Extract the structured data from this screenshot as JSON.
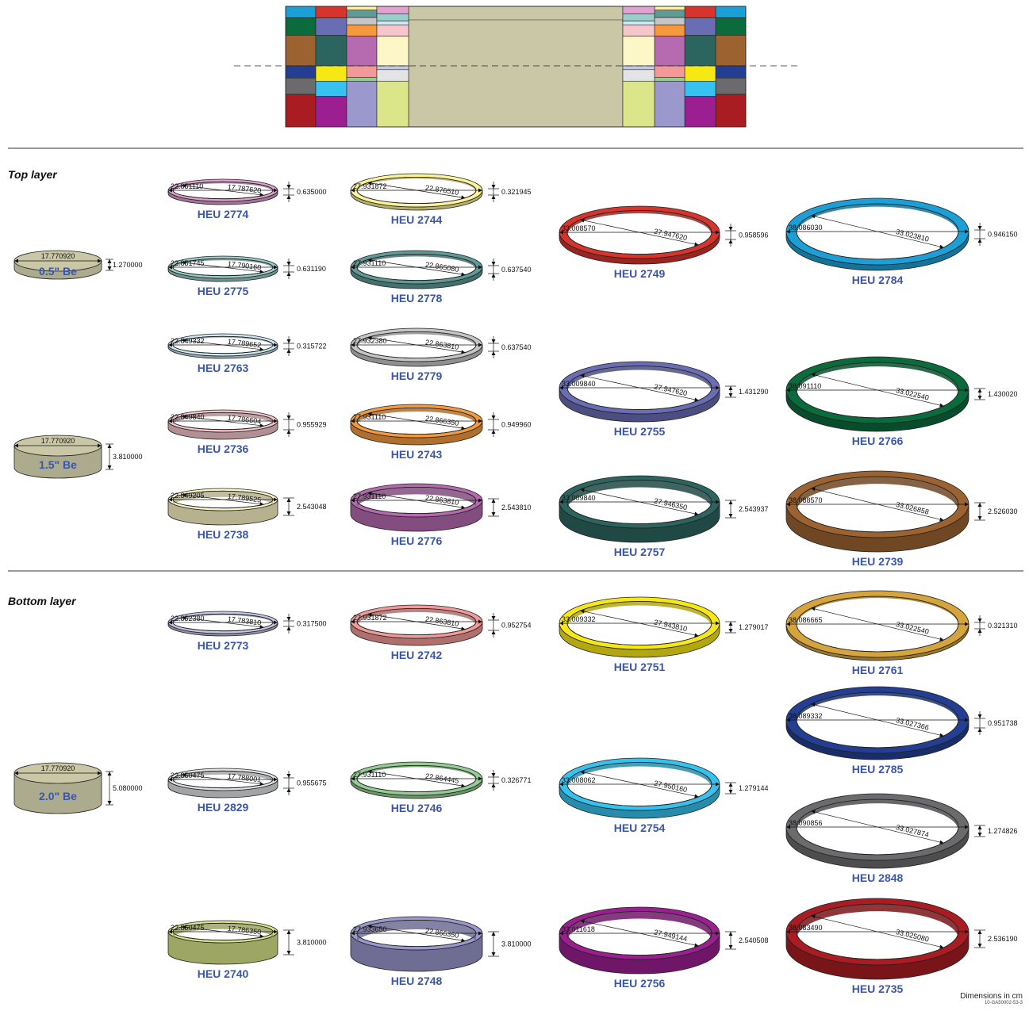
{
  "sections": {
    "top": "Top layer",
    "bottom": "Bottom layer"
  },
  "footer": {
    "units": "Dimensions in cm",
    "drawing_id": "10-GA50002-53-3"
  },
  "colors": {
    "label": "#3a56a8",
    "be_disc": "#c9c7a5"
  },
  "be_discs": [
    {
      "diameter": "17.770920",
      "height": "1.270000",
      "label": "0.5\" Be"
    },
    {
      "diameter": "17.770920",
      "height": "3.810000",
      "label": "1.5\" Be"
    },
    {
      "diameter": "17.770920",
      "height": "5.080000",
      "label": "2.0\" Be"
    }
  ],
  "rings": [
    {
      "id": "HEU 2774",
      "outer": "22.851110",
      "inner": "17.787620",
      "height": "0.635000",
      "color": "#e0a3d0"
    },
    {
      "id": "HEU 2775",
      "outer": "22.851745",
      "inner": "17.790160",
      "height": "0.631190",
      "color": "#99cfcb"
    },
    {
      "id": "HEU 2763",
      "outer": "22.849332",
      "inner": "17.789652",
      "height": "0.315722",
      "color": "#cfe9f5"
    },
    {
      "id": "HEU 2736",
      "outer": "22.849840",
      "inner": "17.786604",
      "height": "0.955929",
      "color": "#f6c6cd"
    },
    {
      "id": "HEU 2738",
      "outer": "22.849205",
      "inner": "17.789525",
      "height": "2.543048",
      "color": "#fdf7c8"
    },
    {
      "id": "HEU 2744",
      "outer": "27.931872",
      "inner": "22.876510",
      "height": "0.321945",
      "color": "#fbf39a"
    },
    {
      "id": "HEU 2778",
      "outer": "27.931110",
      "inner": "22.865080",
      "height": "0.637540",
      "color": "#5f9a96"
    },
    {
      "id": "HEU 2779",
      "outer": "27.932380",
      "inner": "22.863810",
      "height": "0.637540",
      "color": "#c6c6c6"
    },
    {
      "id": "HEU 2743",
      "outer": "27.931110",
      "inner": "22.866350",
      "height": "0.949960",
      "color": "#f49a3d"
    },
    {
      "id": "HEU 2776",
      "outer": "27.931110",
      "inner": "22.863810",
      "height": "2.543810",
      "color": "#b66bb1"
    },
    {
      "id": "HEU 2749",
      "outer": "33.008570",
      "inner": "27.947620",
      "height": "0.958596",
      "color": "#d6342c"
    },
    {
      "id": "HEU 2755",
      "outer": "33.009840",
      "inner": "27.947620",
      "height": "1.431290",
      "color": "#6a6db3"
    },
    {
      "id": "HEU 2757",
      "outer": "33.009840",
      "inner": "27.946350",
      "height": "2.543937",
      "color": "#2c6560"
    },
    {
      "id": "HEU 2784",
      "outer": "38.086030",
      "inner": "33.023810",
      "height": "0.946150",
      "color": "#1aa0d6"
    },
    {
      "id": "HEU 2766",
      "outer": "38.091110",
      "inner": "33.022540",
      "height": "1.430020",
      "color": "#0a6b3c"
    },
    {
      "id": "HEU 2739",
      "outer": "38.088570",
      "inner": "33.026858",
      "height": "2.526030",
      "color": "#9c6331"
    },
    {
      "id": "HEU 2773",
      "outer": "22.852380",
      "inner": "17.783810",
      "height": "0.317500",
      "color": "#c6c7e6"
    },
    {
      "id": "HEU 2829",
      "outer": "22.850475",
      "inner": "17.788001",
      "height": "0.955675",
      "color": "#e2e4e6"
    },
    {
      "id": "HEU 2740",
      "outer": "22.850475",
      "inner": "17.786350",
      "height": "3.810000",
      "color": "#dbe68a"
    },
    {
      "id": "HEU 2742",
      "outer": "27.931872",
      "inner": "22.863810",
      "height": "0.952754",
      "color": "#f29a97"
    },
    {
      "id": "HEU 2746",
      "outer": "27.931110",
      "inner": "22.864445",
      "height": "0.326771",
      "color": "#94cd92"
    },
    {
      "id": "HEU 2748",
      "outer": "27.933650",
      "inner": "22.866350",
      "height": "3.810000",
      "color": "#9a98cd"
    },
    {
      "id": "HEU 2751",
      "outer": "33.009332",
      "inner": "27.943810",
      "height": "1.279017",
      "color": "#f7e813"
    },
    {
      "id": "HEU 2754",
      "outer": "33.008062",
      "inner": "27.950160",
      "height": "1.279144",
      "color": "#36c2ee"
    },
    {
      "id": "HEU 2756",
      "outer": "33.011618",
      "inner": "27.949144",
      "height": "2.540508",
      "color": "#9c1f91"
    },
    {
      "id": "HEU 2761",
      "outer": "38.086665",
      "inner": "33.022540",
      "height": "0.321310",
      "color": "#d6a43c"
    },
    {
      "id": "HEU 2785",
      "outer": "38.089332",
      "inner": "33.027366",
      "height": "0.951738",
      "color": "#233e92"
    },
    {
      "id": "HEU 2848",
      "outer": "38.090856",
      "inner": "33.027874",
      "height": "1.274826",
      "color": "#6b6b6d"
    },
    {
      "id": "HEU 2735",
      "outer": "38.083490",
      "inner": "33.025080",
      "height": "2.536190",
      "color": "#a81c22"
    }
  ]
}
